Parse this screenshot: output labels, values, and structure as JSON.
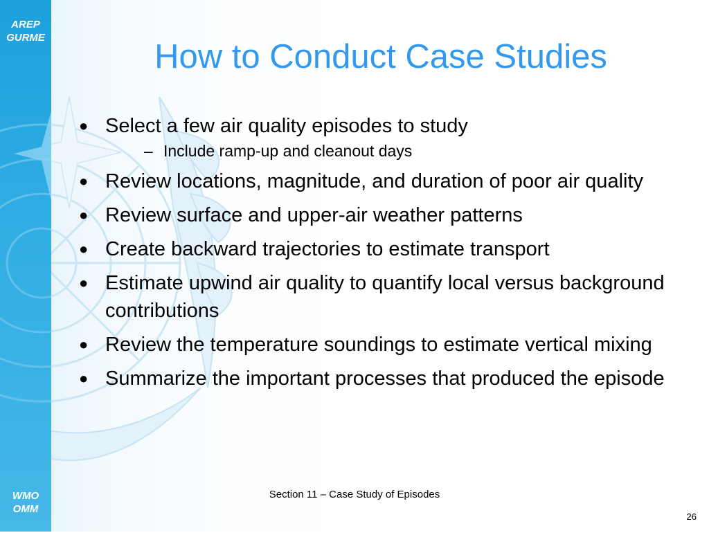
{
  "logo": {
    "top_line1": "AREP",
    "top_line2": "GURME",
    "bottom_line1": "WMO",
    "bottom_line2": "OMM"
  },
  "title": "How to Conduct Case Studies",
  "bullets": [
    {
      "text": "Select a few air quality episodes to study",
      "sub": "Include ramp-up and cleanout days"
    },
    {
      "text": "Review locations, magnitude, and duration of poor air quality"
    },
    {
      "text": "Review surface and upper-air weather patterns"
    },
    {
      "text": "Create backward trajectories to estimate transport"
    },
    {
      "text": "Estimate upwind air quality to quantify local versus background contributions"
    },
    {
      "text": "Review the temperature soundings to estimate vertical mixing"
    },
    {
      "text": "Summarize the important processes that produced the episode"
    }
  ],
  "footer": "Section 11 – Case Study of Episodes",
  "page_number": "26",
  "colors": {
    "title": "#3399ee",
    "band": "#1ea0dc"
  }
}
